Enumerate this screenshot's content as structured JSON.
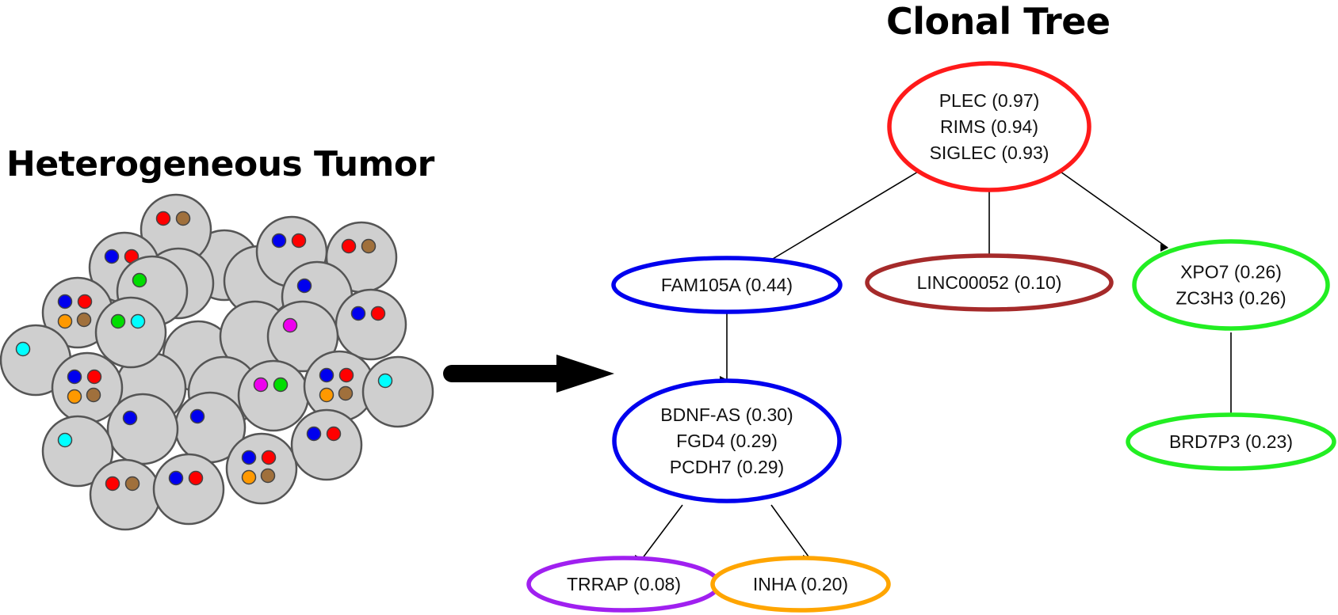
{
  "tumor": {
    "title": "Heterogeneous Tumor",
    "mutation_colors": {
      "red": "#ff0000",
      "blue": "#0000ee",
      "green": "#00dd00",
      "brown": "#a0703c",
      "orange": "#ff9900",
      "cyan": "#00ffff",
      "magenta": "#ee00ee"
    },
    "cell_color": "#cfcfcf"
  },
  "tree": {
    "title": "Clonal Tree",
    "nodes": [
      {
        "id": "root",
        "color": "#ff1a1a",
        "genes": [
          {
            "gene": "PLEC",
            "freq": "0.97"
          },
          {
            "gene": "RIMS",
            "freq": "0.94"
          },
          {
            "gene": "SIGLEC",
            "freq": "0.93"
          }
        ]
      },
      {
        "id": "fam105a",
        "color": "#0000ee",
        "genes": [
          {
            "gene": "FAM105A",
            "freq": "0.44"
          }
        ]
      },
      {
        "id": "linc00052",
        "color": "#a52a2a",
        "genes": [
          {
            "gene": "LINC00052",
            "freq": "0.10"
          }
        ]
      },
      {
        "id": "xpo7",
        "color": "#22ee22",
        "genes": [
          {
            "gene": "XPO7",
            "freq": "0.26"
          },
          {
            "gene": "ZC3H3",
            "freq": "0.26"
          }
        ]
      },
      {
        "id": "bdnf",
        "color": "#0000ee",
        "genes": [
          {
            "gene": "BDNF-AS",
            "freq": "0.30"
          },
          {
            "gene": "FGD4",
            "freq": "0.29"
          },
          {
            "gene": "PCDH7",
            "freq": "0.29"
          }
        ]
      },
      {
        "id": "brd7p3",
        "color": "#22ee22",
        "genes": [
          {
            "gene": "BRD7P3",
            "freq": "0.23"
          }
        ]
      },
      {
        "id": "trrap",
        "color": "#a020f0",
        "genes": [
          {
            "gene": "TRRAP",
            "freq": "0.08"
          }
        ]
      },
      {
        "id": "inha",
        "color": "#ffa500",
        "genes": [
          {
            "gene": "INHA",
            "freq": "0.20"
          }
        ]
      }
    ],
    "edges": [
      [
        "root",
        "fam105a"
      ],
      [
        "root",
        "linc00052"
      ],
      [
        "root",
        "xpo7"
      ],
      [
        "fam105a",
        "bdnf"
      ],
      [
        "xpo7",
        "brd7p3"
      ],
      [
        "bdnf",
        "trrap"
      ],
      [
        "bdnf",
        "inha"
      ]
    ]
  }
}
